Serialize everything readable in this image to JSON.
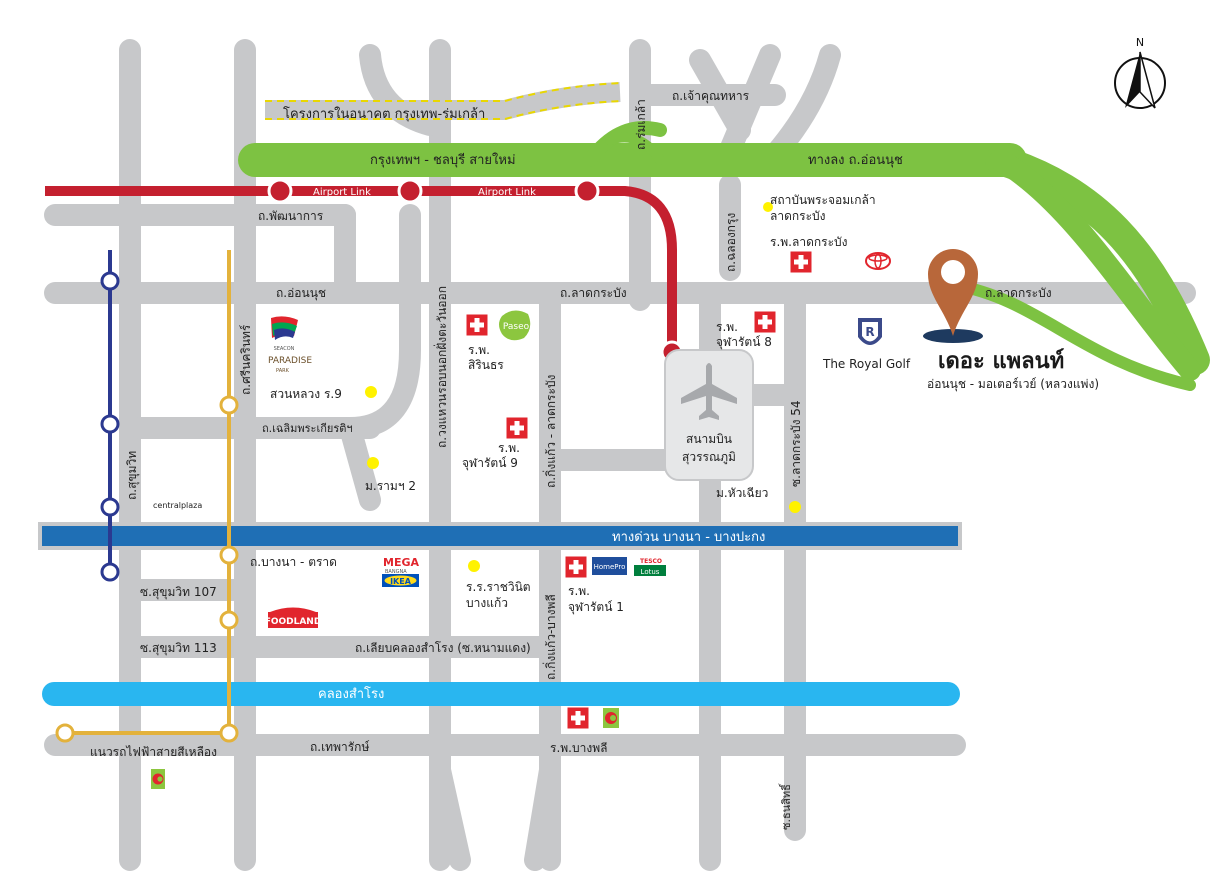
{
  "compass": {
    "north": "N"
  },
  "colors": {
    "road": "#c7c8ca",
    "road_outline": "#ffffff",
    "green_road": "#7dc242",
    "airport_link": "#c4202f",
    "expressway": "#1f6fb5",
    "canal": "#29b6f0",
    "blue_line": "#2b3990",
    "yellow_line": "#e3b23c",
    "pin": "#b8673a",
    "dot": "#fff200",
    "hospital": "#e1252d"
  },
  "highways": {
    "future_project": "โครงการในอนาคต กรุงเทพ-ร่มเกล้า",
    "motorway": "กรุงเทพฯ - ชลบุรี สายใหม่",
    "exit_on_nut": "ทางลง ถ.อ่อนนุช",
    "expressway": "ทางด่วน บางนา - บางปะกง",
    "canal": "คลองสำโรง",
    "airport_link_1": "Airport Link",
    "airport_link_2": "Airport Link"
  },
  "roads": {
    "chao_khun_thahan": "ถ.เจ้าคุณทหาร",
    "rom_klao": "ถ.ร่มเกล้า",
    "phatthanakan": "ถ.พัฒนาการ",
    "on_nut_west": "ถ.อ่อนนุช",
    "lat_krabang_mid": "ถ.ลาดกระบัง",
    "lat_krabang_east": "ถ.ลาดกระบัง",
    "chalong_krung": "ถ.ฉลองกรุง",
    "outer_ring": "ถ.วงแหวนรอบนอกฝั่งตะวันออก",
    "sukhumvit": "ถ.สุขุมวิท",
    "srinakarin": "ถ.ศรีนครินทร์",
    "chaloem_phrakiat": "ถ.เฉลิมพระเกียรติฯ",
    "king_kaeo_lat_krabang": "ถ.กิ่งแก้ว - ลาดกระบัง",
    "soi_lat_krabang_54": "ซ.ลาดกระบัง 54",
    "bang_na_trat": "ถ.บางนา - ตราด",
    "soi_sukhumvit_107": "ซ.สุขุมวิท 107",
    "soi_sukhumvit_113": "ซ.สุขุมวิท 113",
    "lieap_khlong": "ถ.เลียบคลองสำโรง (ซ.หนามแดง)",
    "king_kaeo_bang_phli": "ถ.กิ่งแก้ว-บางพลี",
    "thepharak": "ถ.เทพารักษ์",
    "soi_thanasit": "ซ.ธนสิทธิ์",
    "yellow_line_label": "แนวรถไฟฟ้าสายสีเหลือง"
  },
  "places": {
    "kmitl_1": "สถาบันพระจอมเกล้า",
    "kmitl_2": "ลาดกระบัง",
    "lat_krabang_hospital": "ร.พ.ลาดกระบัง",
    "rp": "ร.พ.",
    "chularat8": "จุฬารัตน์ 8",
    "sirindhorn_rp": "ร.พ.",
    "sirindhorn": "สิรินธร",
    "chularat9_rp": "ร.พ.",
    "chularat9": "จุฬารัตน์ 9",
    "suan_luang": "สวนหลวง ร.9",
    "ramkhamhaeng2": "ม.รามฯ 2",
    "airport_1": "สนามบิน",
    "airport_2": "สุวรรณภูมิ",
    "hua_chiew": "ม.หัวเฉียว",
    "royal_golf": "The Royal Golf",
    "rajavinit_1": "ร.ร.ราชวินิต",
    "rajavinit_2": "บางแก้ว",
    "chularat1_rp": "ร.พ.",
    "chularat1": "จุฬารัตน์ 1",
    "bang_phli_hospital": "ร.พ.บางพลี",
    "central_plaza": "centralplaza",
    "paradise": "PARADISE",
    "paradise_sub": "PARK",
    "seacon": "SEACON",
    "mega": "MEGA",
    "mega_sub": "BANGNA",
    "ikea": "IKEA",
    "foodland": "FOODLAND",
    "tesco": "TESCO",
    "lotus": "Lotus",
    "homepro": "HomePro",
    "paseo": "Paseo"
  },
  "project": {
    "name": "เดอะ แพลนท์",
    "subtitle": "อ่อนนุช - มอเตอร์เวย์ (หลวงแพ่ง)"
  }
}
